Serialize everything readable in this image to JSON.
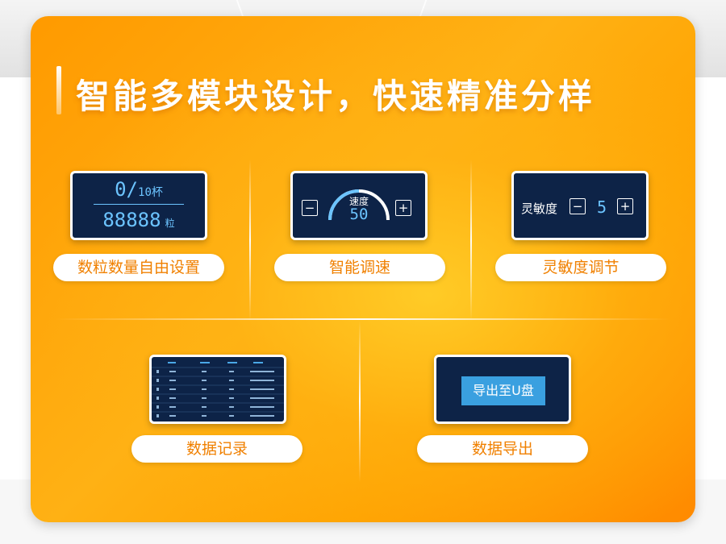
{
  "title": "智能多模块设计，快速精准分样",
  "modules": {
    "count": {
      "top_value": "0/",
      "top_unit": "10杯",
      "bottom_value": "88888",
      "bottom_unit": "粒",
      "label": "数粒数量自由设置"
    },
    "speed": {
      "minus": "−",
      "plus": "+",
      "gauge_title": "速度",
      "gauge_value": "50",
      "label": "智能调速"
    },
    "sensitivity": {
      "name": "灵敏度",
      "minus": "−",
      "value": "5",
      "plus": "+",
      "label": "灵敏度调节"
    },
    "records": {
      "label": "数据记录"
    },
    "export": {
      "button": "导出至U盘",
      "label": "数据导出"
    }
  },
  "colors": {
    "accent": "#f08000",
    "screen": "#0d2347",
    "lcd": "#6cc4ff",
    "export_button": "#3aa0e0"
  }
}
